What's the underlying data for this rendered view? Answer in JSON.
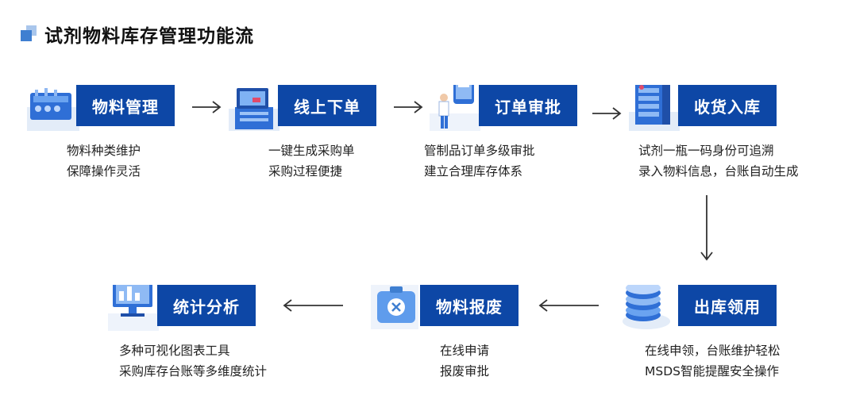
{
  "title": "试剂物料库存管理功能流",
  "colors": {
    "accent": "#0d47a6",
    "title_mark": "#3f7fd1",
    "arrow": "#333333"
  },
  "steps": [
    {
      "label": "物料管理",
      "icon": "equipment-icon",
      "desc": [
        "物料种类维护",
        "保障操作灵活"
      ]
    },
    {
      "label": "线上下单",
      "icon": "computer-terminal-icon",
      "desc": [
        "一键生成采购单",
        "采购过程便捷"
      ]
    },
    {
      "label": "订单审批",
      "icon": "phone-approval-icon",
      "desc": [
        "管制品订单多级审批",
        "建立合理库存体系"
      ]
    },
    {
      "label": "收货入库",
      "icon": "server-rack-icon",
      "desc": [
        "试剂一瓶一码身份可追溯",
        "录入物料信息，台账自动生成"
      ]
    },
    {
      "label": "出库领用",
      "icon": "database-stack-icon",
      "desc": [
        "在线申领，台账维护轻松",
        "MSDS智能提醒安全操作"
      ]
    },
    {
      "label": "物料报废",
      "icon": "medical-kit-icon",
      "desc": [
        "在线申请",
        "报废审批"
      ]
    },
    {
      "label": "统计分析",
      "icon": "monitor-chart-icon",
      "desc": [
        "多种可视化图表工具",
        "采购库存台账等多维度统计"
      ]
    }
  ]
}
